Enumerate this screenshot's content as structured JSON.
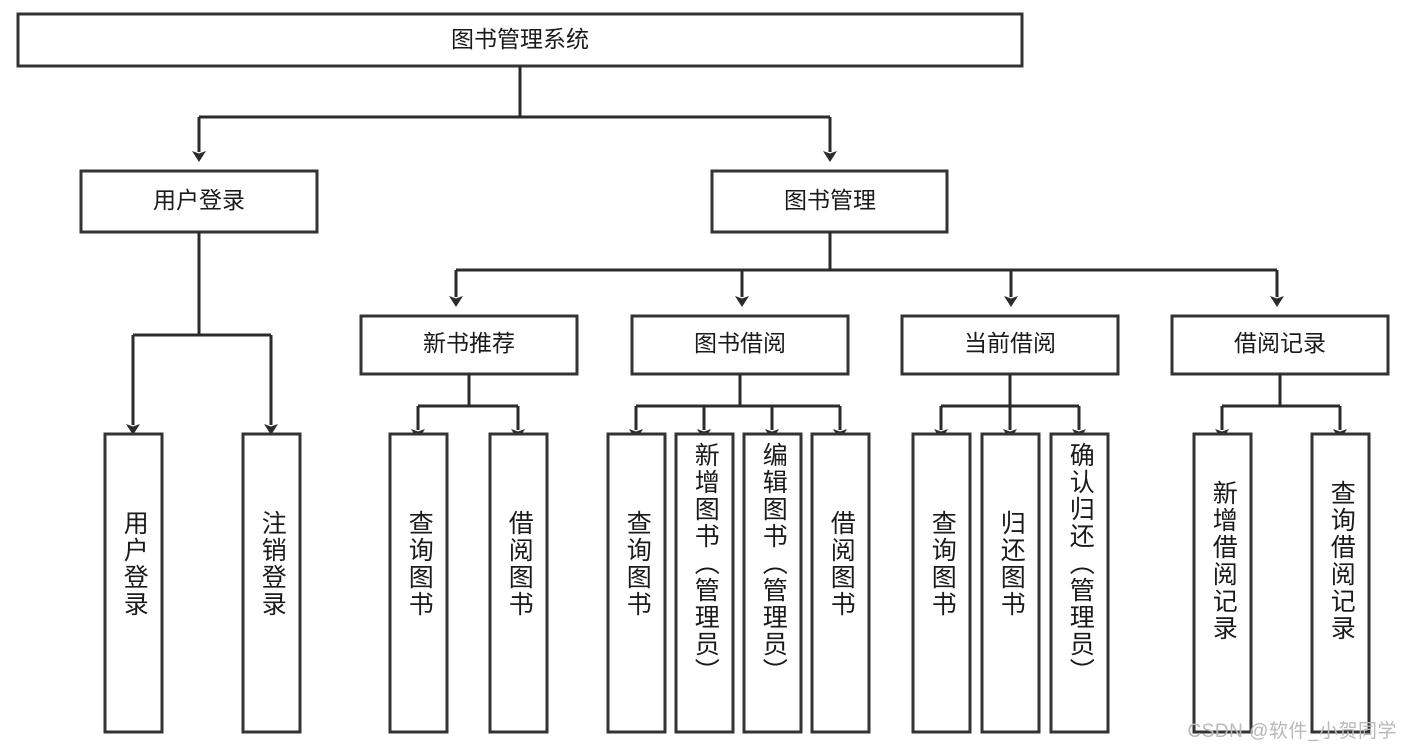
{
  "diagram": {
    "type": "tree-hierarchy",
    "title": "图书管理系统",
    "watermark": "CSDN @软件_小贺同学",
    "colors": {
      "box_stroke": "#333333",
      "box_fill": "#ffffff",
      "connector": "#2b2b2b",
      "text": "#1a1a1a",
      "watermark": "#b9b9b9",
      "background": "#ffffff"
    },
    "root": {
      "label": "图书管理系统"
    },
    "level1": [
      {
        "label": "用户登录"
      },
      {
        "label": "图书管理"
      }
    ],
    "level2": [
      {
        "label": "新书推荐"
      },
      {
        "label": "图书借阅"
      },
      {
        "label": "当前借阅"
      },
      {
        "label": "借阅记录"
      }
    ],
    "leaves": {
      "user_login": [
        {
          "label": "用户登录"
        },
        {
          "label": "注销登录"
        }
      ],
      "new_book": [
        {
          "label": "查询图书"
        },
        {
          "label": "借阅图书"
        }
      ],
      "book_borrow": [
        {
          "label": "查询图书"
        },
        {
          "label": "新增图书（管理员）"
        },
        {
          "label": "编辑图书（管理员）"
        },
        {
          "label": "借阅图书"
        }
      ],
      "current_borrow": [
        {
          "label": "查询图书"
        },
        {
          "label": "归还图书"
        },
        {
          "label": "确认归还（管理员）"
        }
      ],
      "borrow_record": [
        {
          "label": "新增借阅记录"
        },
        {
          "label": "查询借阅记录"
        }
      ]
    }
  }
}
